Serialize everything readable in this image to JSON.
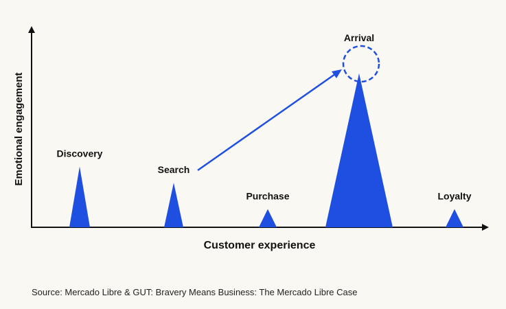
{
  "diagram": {
    "x_axis_label": "Customer experience",
    "y_axis_label": "Emotional engagement",
    "stages": [
      {
        "label": "Discovery",
        "engagement": 3
      },
      {
        "label": "Search",
        "engagement": 2.2
      },
      {
        "label": "Purchase",
        "engagement": 0.9
      },
      {
        "label": "Arrival",
        "engagement": 7.6
      },
      {
        "label": "Loyalty",
        "engagement": 0.9
      }
    ],
    "arrow_from": "Search",
    "arrow_to": "Arrival",
    "highlighted_stage": "Arrival",
    "colors": {
      "peak": "#1f4fe0",
      "axis": "#111111",
      "background": "#faf8f2"
    }
  },
  "source": "Source: Mercado Libre & GUT: Bravery Means Business: The Mercado Libre Case"
}
